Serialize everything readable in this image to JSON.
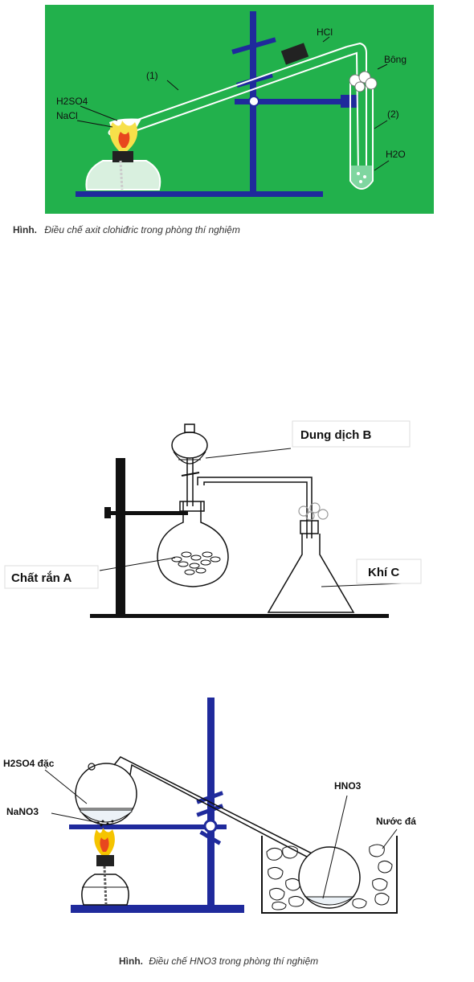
{
  "figure1": {
    "labels": {
      "hcl": "HCl",
      "bong": "Bông",
      "tube1": "(1)",
      "tube2": "(2)",
      "h2so4": "H2SO4",
      "nacl": "NaCl",
      "h2o": "H2O"
    },
    "caption": {
      "prefix": "Hình.",
      "text": "Điều chế axit clohiđric trong phòng thí nghiệm"
    },
    "colors": {
      "background": "#22b14c",
      "stand": "#1f2a9c"
    }
  },
  "figure2": {
    "labels": {
      "dung_dich_b": "Dung dịch B",
      "chat_ran_a": "Chất rắn A",
      "khi_c": "Khí C"
    }
  },
  "figure3": {
    "labels": {
      "h2so4_dac": "H2SO4 đặc",
      "nano3": "NaNO3",
      "hno3": "HNO3",
      "nuoc_da": "Nước đá"
    },
    "caption": {
      "prefix": "Hình.",
      "text": "Điều chế HNO3 trong phòng thí nghiệm"
    },
    "colors": {
      "stand": "#1f2a9c"
    }
  }
}
